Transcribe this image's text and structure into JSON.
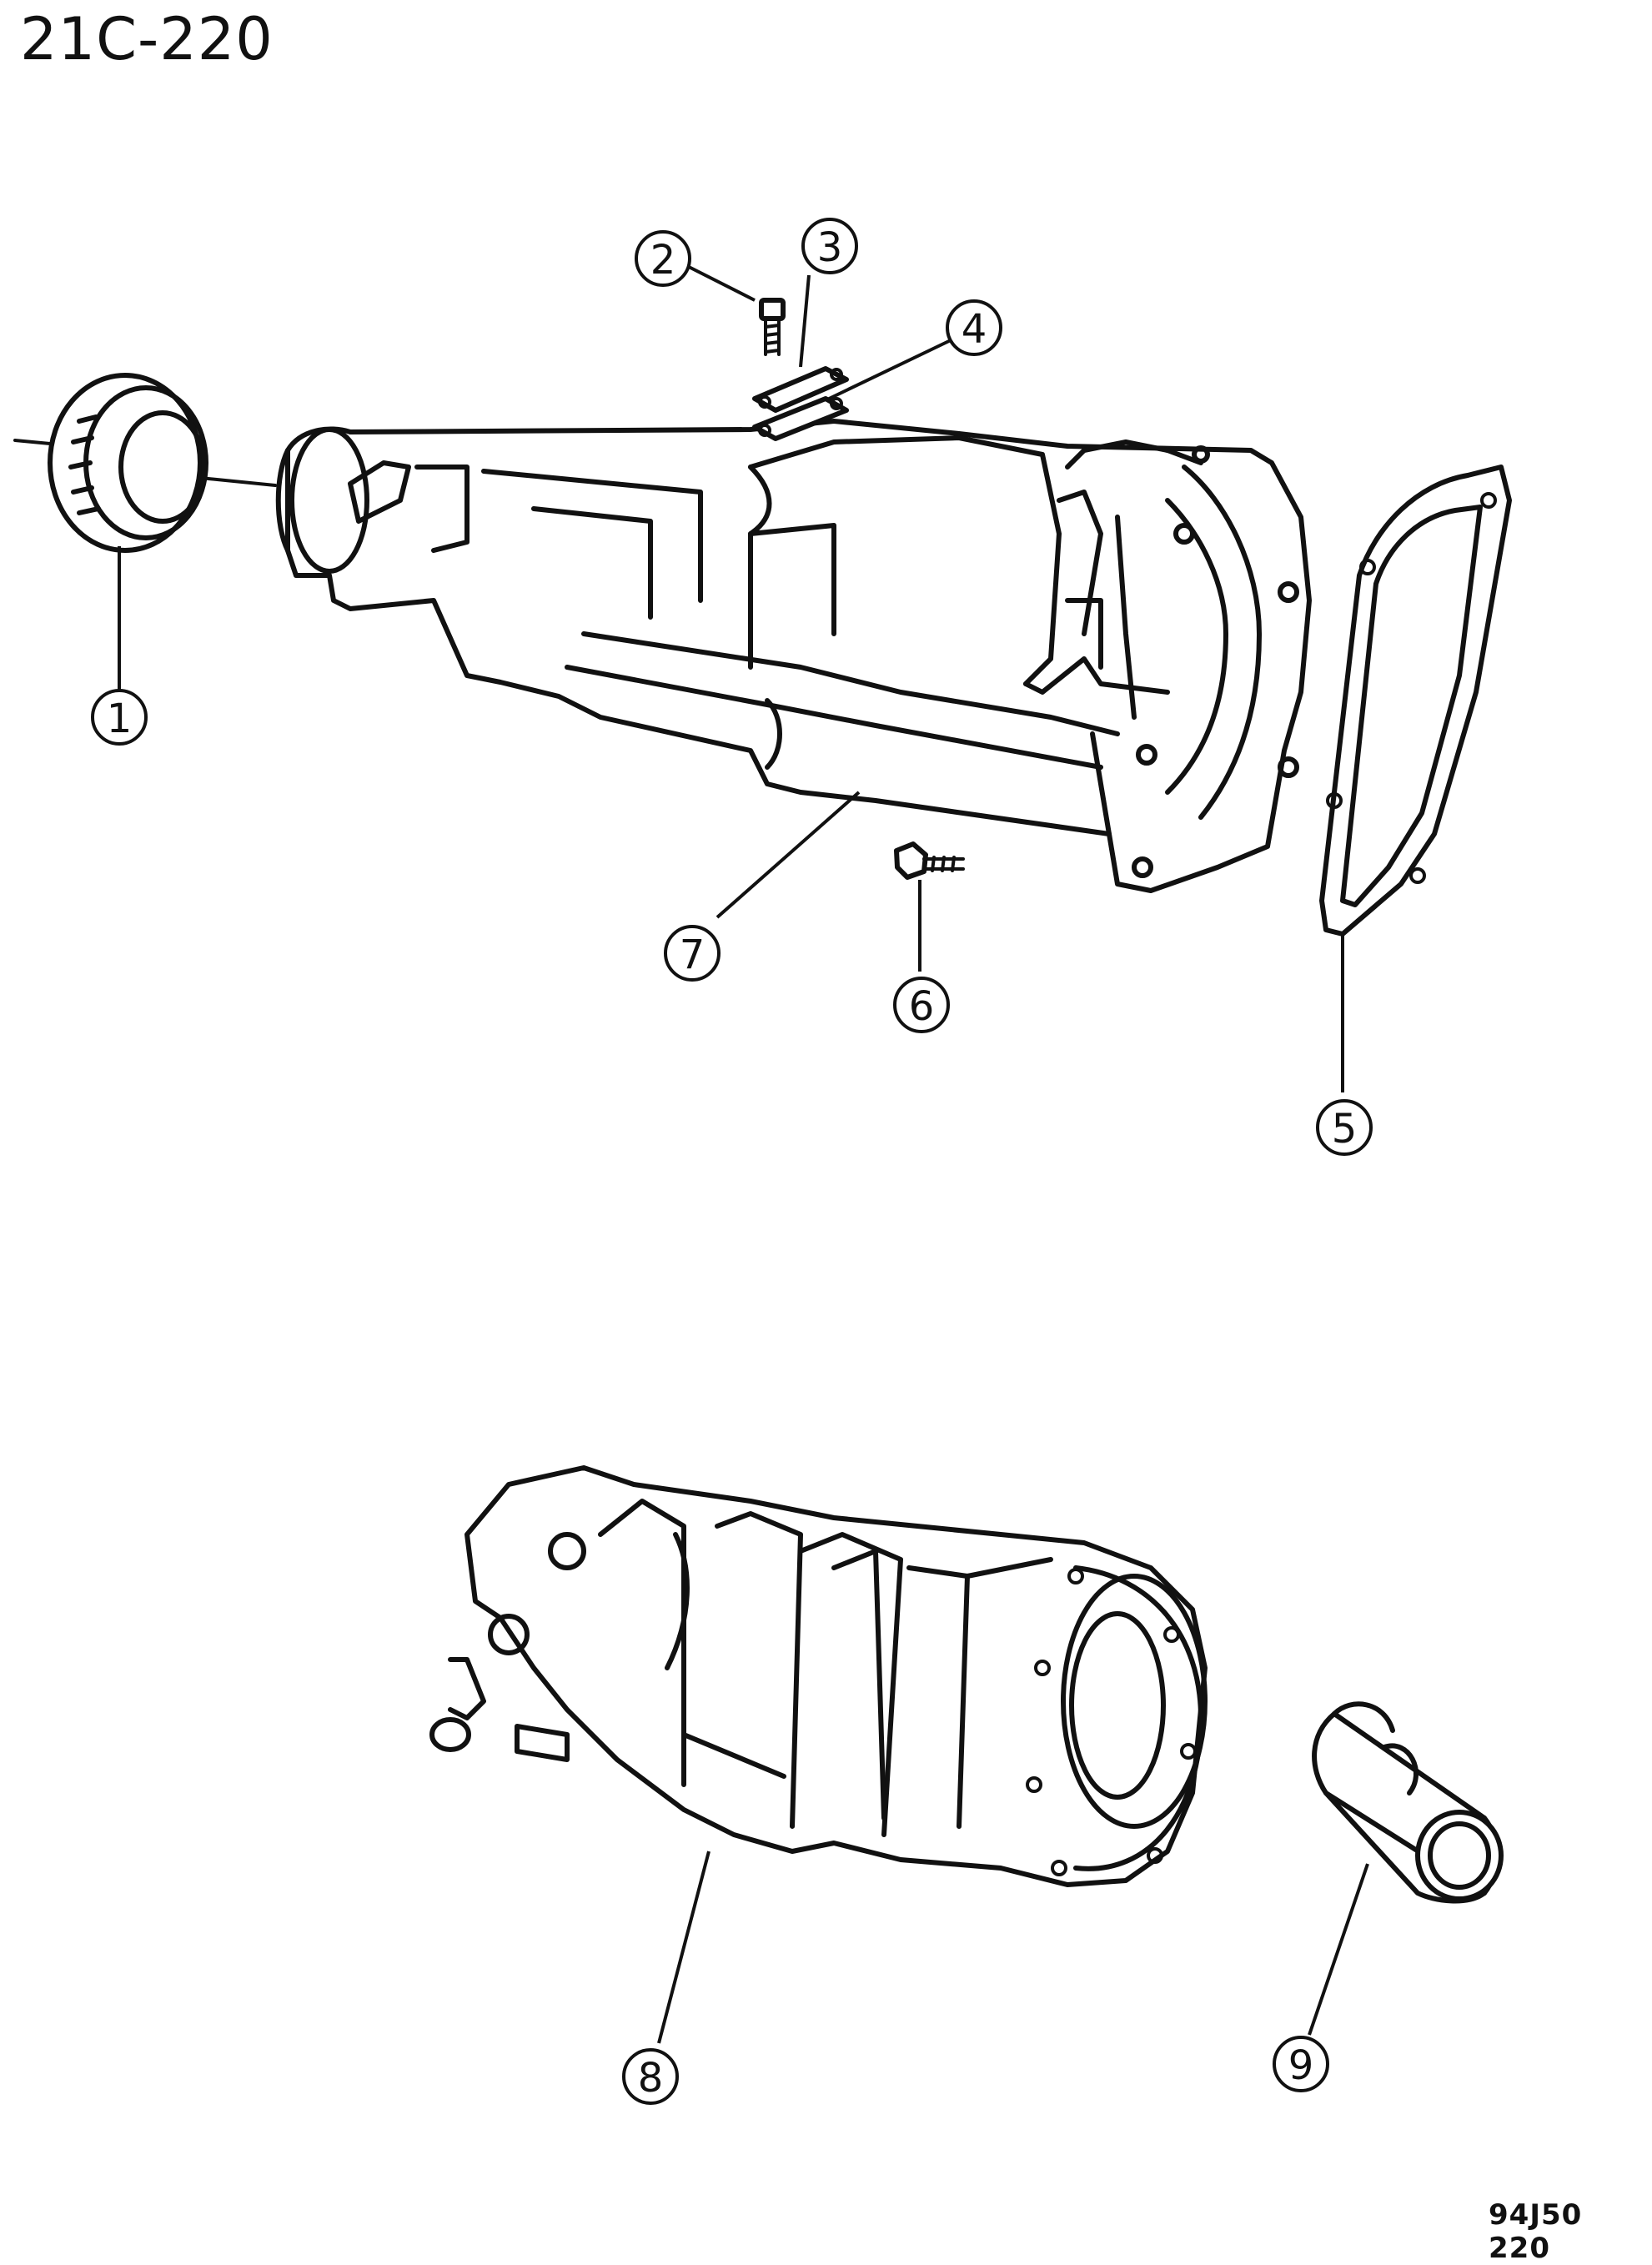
{
  "diagram": {
    "title": "21C-220",
    "footer_code": "94J50 220",
    "callouts": [
      {
        "id": "1",
        "label": "1"
      },
      {
        "id": "2",
        "label": "2"
      },
      {
        "id": "3",
        "label": "3"
      },
      {
        "id": "4",
        "label": "4"
      },
      {
        "id": "5",
        "label": "5"
      },
      {
        "id": "6",
        "label": "6"
      },
      {
        "id": "7",
        "label": "7"
      },
      {
        "id": "8",
        "label": "8"
      },
      {
        "id": "9",
        "label": "9"
      }
    ]
  }
}
